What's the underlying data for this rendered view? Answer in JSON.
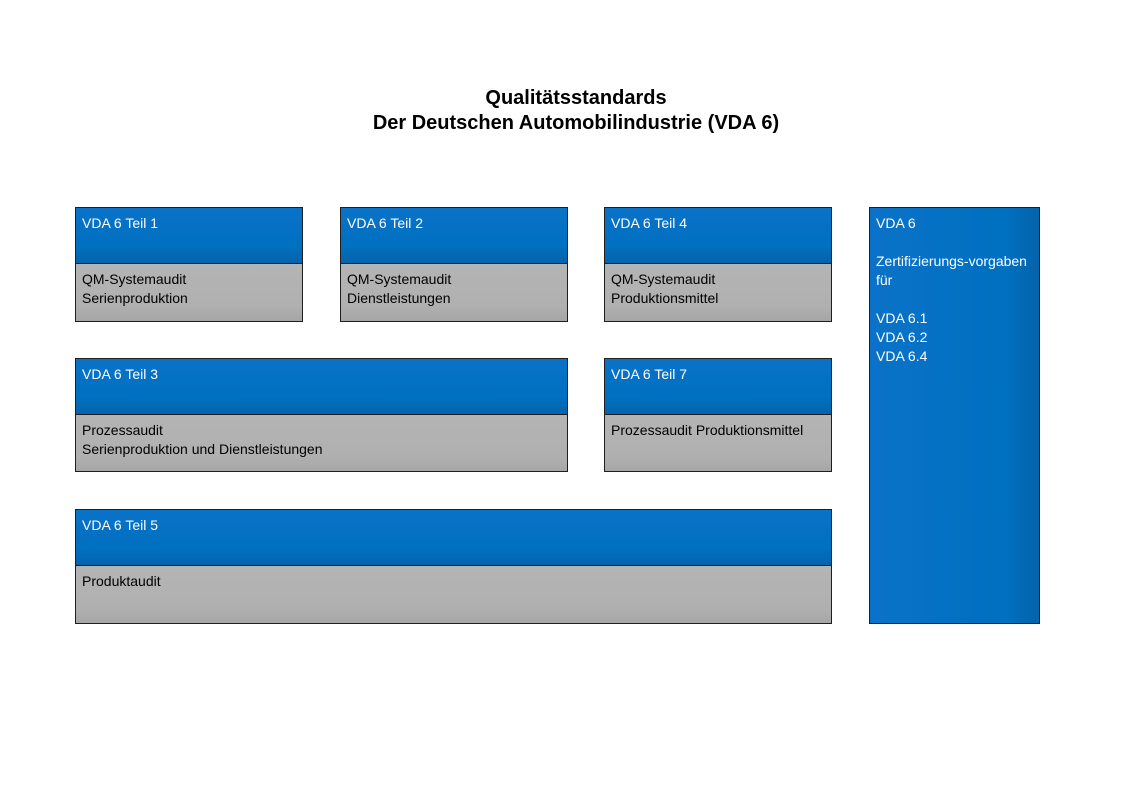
{
  "title": {
    "line1": "Qualitätsstandards",
    "line2": "Der Deutschen Automobilindustrie (VDA 6)"
  },
  "boxes": {
    "teil1": {
      "head": "VDA 6 Teil 1",
      "body": [
        "QM-Systemaudit",
        "Serienproduktion"
      ]
    },
    "teil2": {
      "head": "VDA 6 Teil 2",
      "body": [
        "QM-Systemaudit",
        "Dienstleistungen"
      ]
    },
    "teil4": {
      "head": "VDA 6 Teil 4",
      "body": [
        "QM-Systemaudit",
        "Produktionsmittel"
      ]
    },
    "teil3": {
      "head": "VDA 6 Teil 3",
      "body": [
        "Prozessaudit",
        "Serienproduktion und Dienstleistungen"
      ]
    },
    "teil7": {
      "head": "VDA 6 Teil 7",
      "body": [
        "Prozessaudit Produktionsmittel"
      ]
    },
    "teil5": {
      "head": "VDA 6 Teil 5",
      "body": [
        "Produktaudit"
      ]
    }
  },
  "side": {
    "title": "VDA 6",
    "desc": [
      "Zertifizierungs-vorgaben",
      "für"
    ],
    "items": [
      "VDA 6.1",
      "VDA 6.2",
      "VDA 6.4"
    ]
  },
  "colors": {
    "header_blue": "#0070c0",
    "body_gray": "#b2b2b2",
    "border": "#1f1f1f"
  }
}
